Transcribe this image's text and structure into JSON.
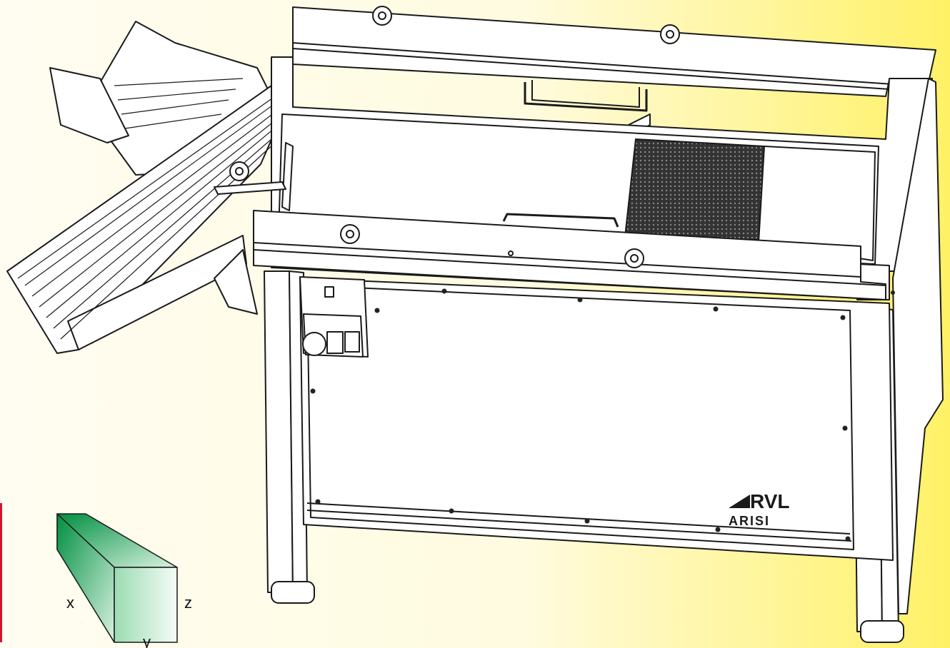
{
  "colors": {
    "bg_left": "#fffcef",
    "bg_right": "#fff26a",
    "line": "#1a1a1a",
    "box_dark": "#009a46",
    "box_light": "#f0faf2",
    "edge_accent": "#d0152b",
    "mesh": "#2b2b2b"
  },
  "axis_box": {
    "x_label": "x",
    "z_label": "z",
    "y_label": "y"
  },
  "logo": {
    "brand": "RVL",
    "sub": "ARISI"
  }
}
